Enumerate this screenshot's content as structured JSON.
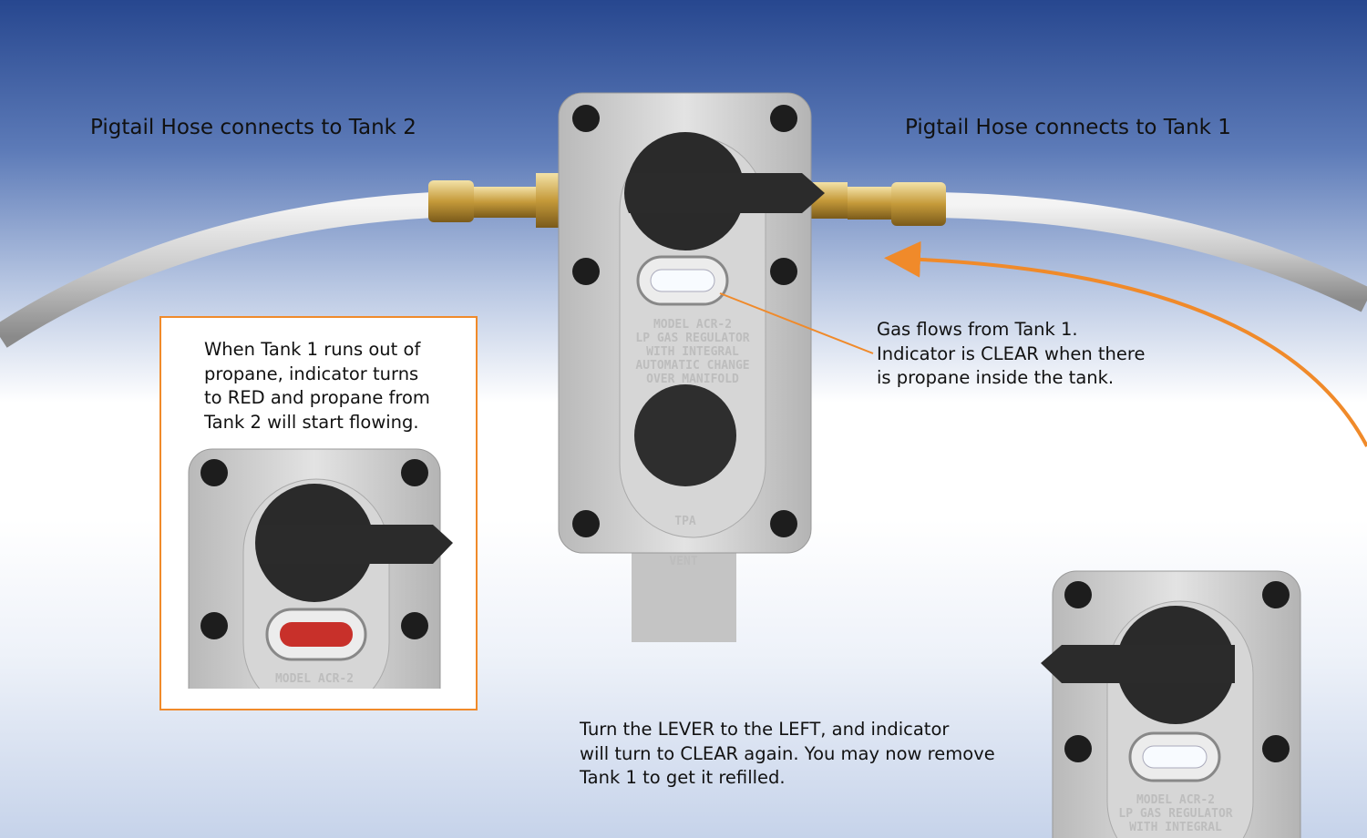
{
  "labels": {
    "tank2_hose": "Pigtail Hose connects to Tank 2",
    "tank1_hose": "Pigtail Hose connects to Tank 1"
  },
  "notes": {
    "gas_flow": [
      "Gas flows from Tank 1.",
      "Indicator is CLEAR when there",
      "is propane inside the tank."
    ],
    "tank_empty": [
      "When Tank 1 runs out of",
      "propane, indicator turns",
      "to RED and propane from",
      "Tank 2 will start flowing."
    ],
    "lever": [
      "Turn the LEVER to the LEFT, and indicator",
      "will turn to CLEAR again. You may now remove",
      "Tank 1 to get it refilled."
    ]
  },
  "regulator": {
    "embossing": [
      "MODEL ACR-2",
      "LP GAS REGULATOR",
      "WITH INTEGRAL",
      "AUTOMATIC CHANGE",
      "OVER MANIFOLD"
    ],
    "vent": "VENT",
    "logo": "TPA"
  },
  "colors": {
    "accent": "#f08a2a",
    "indicator_red": "#c8302a",
    "lever": "#222222"
  }
}
